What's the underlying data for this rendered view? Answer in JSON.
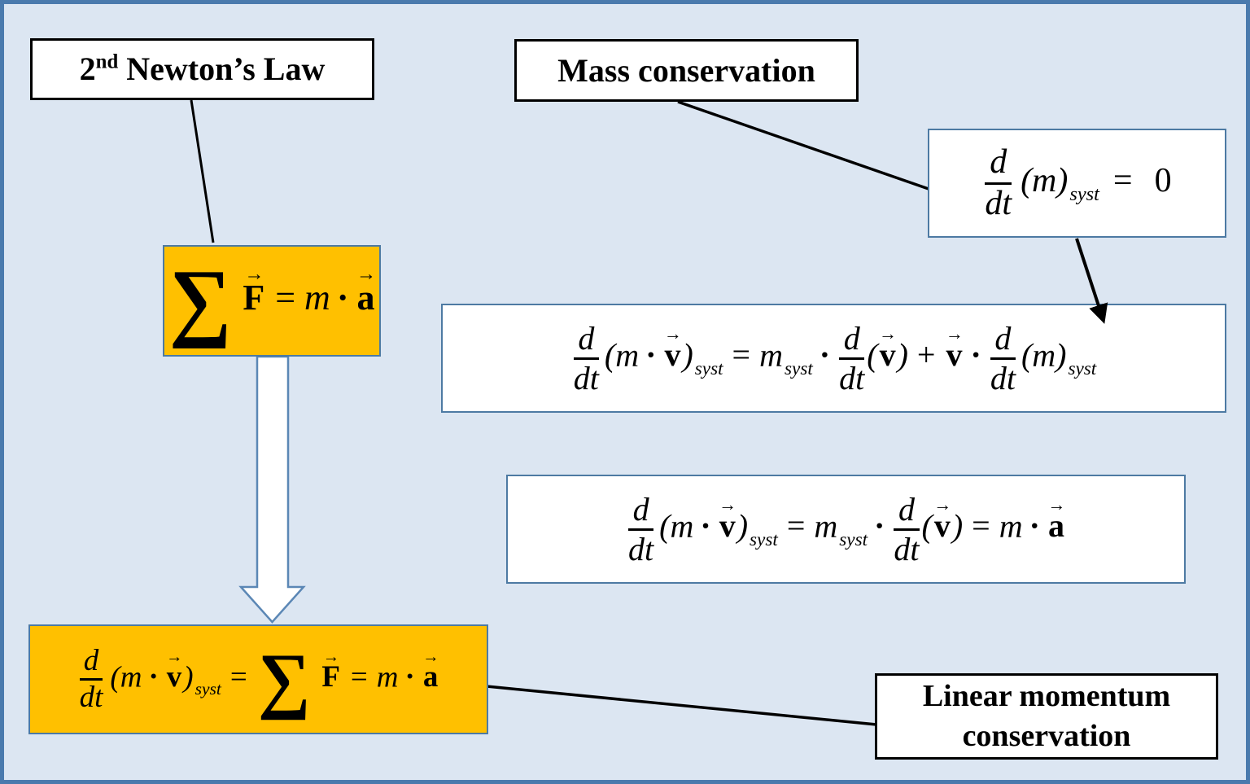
{
  "labels": {
    "newton_prefix": "2",
    "newton_sup": "nd",
    "newton_rest": " Newton’s Law",
    "mass": "Mass conservation",
    "momentum_line1": "Linear momentum",
    "momentum_line2": "conservation"
  },
  "colors": {
    "background": "#dce6f2",
    "outer_border": "#4a7aad",
    "highlight_orange": "#ffc000",
    "shape_border_blue": "#4d7aa3",
    "label_border_black": "#000000",
    "connector_black": "#000000",
    "block_arrow_fill": "#ffffff"
  },
  "equations": {
    "mass_rate": [
      {
        "k": "frac",
        "n": "d",
        "d": "dt"
      },
      {
        "k": "sp",
        "w": 8
      },
      {
        "k": "it",
        "v": "(m)"
      },
      {
        "k": "sub",
        "v": "syst"
      },
      {
        "k": "sp",
        "w": 6
      },
      {
        "k": "op",
        "v": "="
      },
      {
        "k": "sp",
        "w": 16
      },
      {
        "k": "n",
        "v": "0"
      }
    ],
    "newton": [
      {
        "k": "sum",
        "v": "∑"
      },
      {
        "k": "sp",
        "w": 10
      },
      {
        "k": "vec",
        "v": "F"
      },
      {
        "k": "op",
        "v": "="
      },
      {
        "k": "it",
        "v": "m"
      },
      {
        "k": "dot",
        "v": "·"
      },
      {
        "k": "vec",
        "v": "a"
      }
    ],
    "expansion": [
      {
        "k": "frac",
        "n": "d",
        "d": "dt"
      },
      {
        "k": "sp",
        "w": 4
      },
      {
        "k": "it",
        "v": "(m"
      },
      {
        "k": "dot",
        "v": "·"
      },
      {
        "k": "vec",
        "v": "v"
      },
      {
        "k": "it",
        "v": ")"
      },
      {
        "k": "sub",
        "v": "syst"
      },
      {
        "k": "op",
        "v": "="
      },
      {
        "k": "it",
        "v": "m"
      },
      {
        "k": "sub",
        "v": "syst"
      },
      {
        "k": "dot",
        "v": "·"
      },
      {
        "k": "frac",
        "n": "d",
        "d": "dt"
      },
      {
        "k": "it",
        "v": "("
      },
      {
        "k": "vec",
        "v": "v"
      },
      {
        "k": "it",
        "v": ")"
      },
      {
        "k": "op",
        "v": "+"
      },
      {
        "k": "vec",
        "v": "v"
      },
      {
        "k": "dot",
        "v": "·"
      },
      {
        "k": "frac",
        "n": "d",
        "d": "dt"
      },
      {
        "k": "sp",
        "w": 4
      },
      {
        "k": "it",
        "v": "(m)"
      },
      {
        "k": "sub",
        "v": "syst"
      }
    ],
    "reduced": [
      {
        "k": "frac",
        "n": "d",
        "d": "dt"
      },
      {
        "k": "sp",
        "w": 4
      },
      {
        "k": "it",
        "v": "(m"
      },
      {
        "k": "dot",
        "v": "·"
      },
      {
        "k": "vec",
        "v": "v"
      },
      {
        "k": "it",
        "v": ")"
      },
      {
        "k": "sub",
        "v": "syst"
      },
      {
        "k": "op",
        "v": "="
      },
      {
        "k": "it",
        "v": "m"
      },
      {
        "k": "sub",
        "v": "syst"
      },
      {
        "k": "dot",
        "v": "·"
      },
      {
        "k": "frac",
        "n": "d",
        "d": "dt"
      },
      {
        "k": "it",
        "v": "("
      },
      {
        "k": "vec",
        "v": "v"
      },
      {
        "k": "it",
        "v": ")"
      },
      {
        "k": "op",
        "v": "="
      },
      {
        "k": "it",
        "v": "m"
      },
      {
        "k": "dot",
        "v": "·"
      },
      {
        "k": "vec",
        "v": "a"
      }
    ],
    "momentum": [
      {
        "k": "frac",
        "n": "d",
        "d": "dt"
      },
      {
        "k": "sp",
        "w": 6
      },
      {
        "k": "it",
        "v": "(m"
      },
      {
        "k": "dot",
        "v": "·"
      },
      {
        "k": "vec",
        "v": "v"
      },
      {
        "k": "it",
        "v": ")"
      },
      {
        "k": "sub",
        "v": "syst"
      },
      {
        "k": "op",
        "v": "="
      },
      {
        "k": "sum",
        "v": "∑"
      },
      {
        "k": "sp",
        "w": 10
      },
      {
        "k": "vec",
        "v": "F"
      },
      {
        "k": "op",
        "v": "="
      },
      {
        "k": "it",
        "v": "m"
      },
      {
        "k": "dot",
        "v": "·"
      },
      {
        "k": "vec",
        "v": "a"
      }
    ]
  },
  "connectors": [
    {
      "from": "newton-law-label",
      "to": "newton-equation-box",
      "style": "plain-line"
    },
    {
      "from": "mass-conservation-label",
      "to": "mass-rate-box",
      "style": "plain-line"
    },
    {
      "from": "mass-rate-box",
      "to": "expansion-equation-box",
      "style": "arrow"
    },
    {
      "from": "newton-equation-box",
      "to": "momentum-equation-box",
      "style": "block-arrow-down"
    },
    {
      "from": "momentum-equation-box",
      "to": "linear-momentum-label",
      "style": "plain-line"
    }
  ]
}
